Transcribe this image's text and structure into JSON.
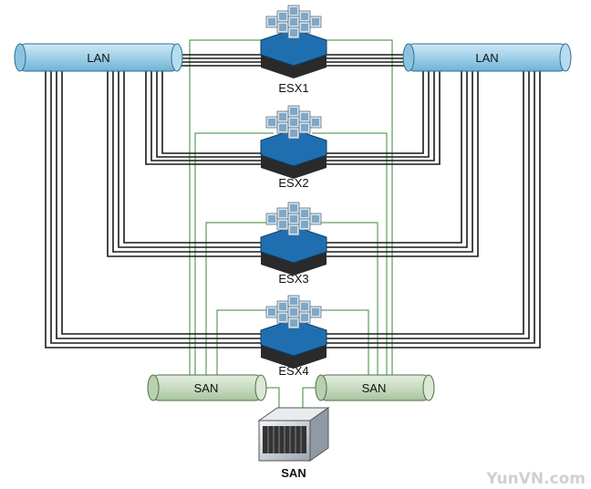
{
  "lan": {
    "left_label": "LAN",
    "right_label": "LAN",
    "color": "#9fd0e8"
  },
  "hosts": [
    {
      "label": "ESX1"
    },
    {
      "label": "ESX2"
    },
    {
      "label": "ESX3"
    },
    {
      "label": "ESX4"
    }
  ],
  "san": {
    "left_label": "SAN",
    "right_label": "SAN",
    "storage_label": "SAN",
    "color": "#c9dcc2"
  },
  "colors": {
    "network_cable": "#1a1a1a",
    "storage_cable": "#3a8a3a",
    "server_blue": "#1f6fb0",
    "server_dark": "#2a2a2a"
  },
  "watermark": "YunVN.com"
}
